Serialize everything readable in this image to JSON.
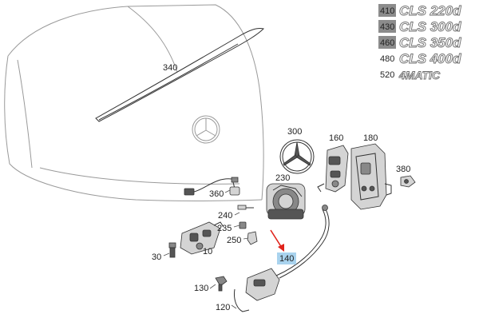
{
  "legend": {
    "rows": [
      {
        "code": "410",
        "model": "CLS 220d",
        "highlighted": true
      },
      {
        "code": "430",
        "model": "CLS 300d",
        "highlighted": true
      },
      {
        "code": "460",
        "model": "CLS 350d",
        "highlighted": true
      },
      {
        "code": "480",
        "model": "CLS 400d",
        "highlighted": false
      },
      {
        "code": "520",
        "model": "4MATIC",
        "highlighted": false
      }
    ]
  },
  "callouts": {
    "c340": "340",
    "c300": "300",
    "c160": "160",
    "c180": "180",
    "c380": "380",
    "c230": "230",
    "c360": "360",
    "c240": "240",
    "c235": "235",
    "c250": "250",
    "c30": "30",
    "c10": "10",
    "c140": "140",
    "c130": "130",
    "c120": "120"
  },
  "highlight": {
    "part": "140",
    "box_color": "#a9d3ee",
    "arrow_color": "#e0231b"
  }
}
